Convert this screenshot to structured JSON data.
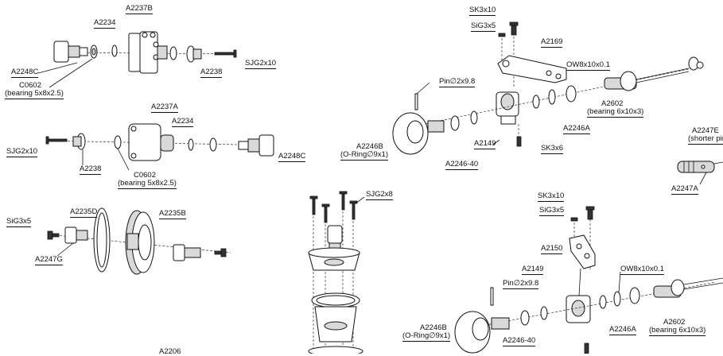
{
  "labels": {
    "a2237b": "A2237B",
    "a2234_top": "A2234",
    "a2248c_top": "A2248C",
    "c0602_top_1": "C0602",
    "c0602_top_2": "(bearing 5x8x2.5)",
    "a2238_top": "A2238",
    "sjg2x10_top": "SJG2x10",
    "a2237a": "A2237A",
    "a2234_mid": "A2234",
    "sjg2x10_mid": "SJG2x10",
    "a2238_mid": "A2238",
    "c0602_mid_1": "C0602",
    "c0602_mid_2": "(bearing 5x8x2.5)",
    "a2248c_mid": "A2248C",
    "a2235d": "A2235D",
    "a2235b": "A2235B",
    "sig3x5_left": "SiG3x5",
    "a2247g": "A2247G",
    "a2206": "A2206",
    "sjg2x8": "SJG2x8",
    "sk3x10_top": "SK3x10",
    "sig3x5_top": "SiG3x5",
    "a2169": "A2169",
    "ow_top": "OW8x10x0.1",
    "pin_top": "Pin∅2x9.8",
    "a2602_top_1": "A2602",
    "a2602_top_2": "(bearing 6x10x3)",
    "a2246a_top": "A2246A",
    "a2246b_top_1": "A2246B",
    "a2246b_top_2": "(O-Ring∅9x1)",
    "a2149_top": "A2149",
    "sk3x6": "SK3x6",
    "a2246_40_top": "A2246-40",
    "a2247e_1": "A2247E",
    "a2247e_2": "(shorter pin)",
    "a2247a": "A2247A",
    "sk3x10_bot": "SK3x10",
    "sig3x5_bot": "SiG3x5",
    "a2150": "A2150",
    "a2149_bot": "A2149",
    "ow_bot": "OW8x10x0.1",
    "pin_bot": "Pin∅2x9.8",
    "a2246b_bot_1": "A2246B",
    "a2246b_bot_2": "(O-Ring∅9x1)",
    "a2246a_bot": "A2246A",
    "a2602_bot_1": "A2602",
    "a2602_bot_2": "(bearing 6x10x3)",
    "a2246_40_bot": "A2246-40"
  }
}
